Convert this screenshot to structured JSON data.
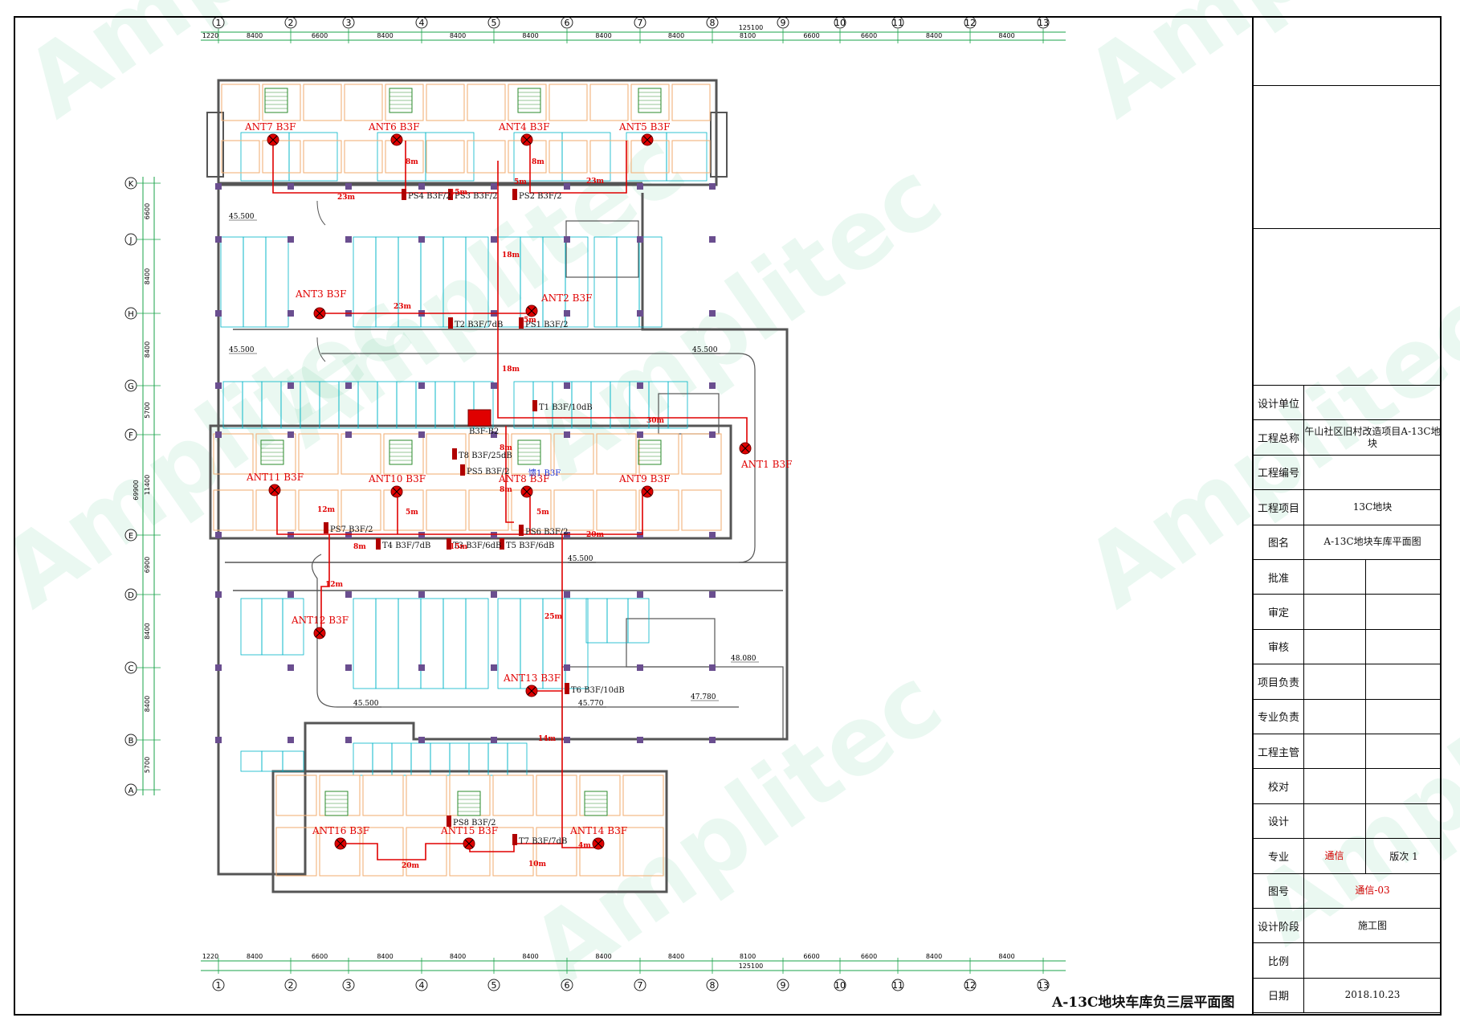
{
  "sheet_title": "A-13C地块车库负三层平面图",
  "watermark": "Amplitec",
  "grid": {
    "columns": [
      "1",
      "2",
      "3",
      "4",
      "5",
      "6",
      "7",
      "8",
      "9",
      "10",
      "11",
      "12",
      "13"
    ],
    "rows": [
      "K",
      "J",
      "H",
      "G",
      "F",
      "E",
      "D",
      "C",
      "B",
      "A"
    ],
    "col_spacing": [
      "1220",
      "8400",
      "6600",
      "8400",
      "8400",
      "8400",
      "8400",
      "8400",
      "8100",
      "6600",
      "6600",
      "8400",
      "8400"
    ],
    "total": "125100",
    "row_spacing": [
      "6600",
      "8400",
      "8400",
      "5700",
      "11400",
      "6900",
      "8400",
      "8400",
      "5700"
    ],
    "row_total": "69900"
  },
  "antennas": [
    {
      "id": "ANT1",
      "label": "ANT1 B3F"
    },
    {
      "id": "ANT2",
      "label": "ANT2 B3F"
    },
    {
      "id": "ANT3",
      "label": "ANT3 B3F"
    },
    {
      "id": "ANT4",
      "label": "ANT4 B3F"
    },
    {
      "id": "ANT5",
      "label": "ANT5 B3F"
    },
    {
      "id": "ANT6",
      "label": "ANT6 B3F"
    },
    {
      "id": "ANT7",
      "label": "ANT7 B3F"
    },
    {
      "id": "ANT8",
      "label": "ANT8 B3F"
    },
    {
      "id": "ANT9",
      "label": "ANT9 B3F"
    },
    {
      "id": "ANT10",
      "label": "ANT10 B3F"
    },
    {
      "id": "ANT11",
      "label": "ANT11 B3F"
    },
    {
      "id": "ANT12",
      "label": "ANT12 B3F"
    },
    {
      "id": "ANT13",
      "label": "ANT13 B3F"
    },
    {
      "id": "ANT14",
      "label": "ANT14 B3F"
    },
    {
      "id": "ANT15",
      "label": "ANT15 B3F"
    },
    {
      "id": "ANT16",
      "label": "ANT16 B3F"
    }
  ],
  "devices": [
    {
      "id": "PS4",
      "label": "PS4 B3F/2"
    },
    {
      "id": "PS3",
      "label": "PS3 B3F/2"
    },
    {
      "id": "PS2",
      "label": "PS2 B3F/2"
    },
    {
      "id": "PS1",
      "label": "PS1 B3F/2"
    },
    {
      "id": "T2",
      "label": "T2 B3F/7dB"
    },
    {
      "id": "T1",
      "label": "T1 B3F/10dB"
    },
    {
      "id": "T8",
      "label": "T8 B3F/25dB"
    },
    {
      "id": "PS5",
      "label": "PS5 B3F/2"
    },
    {
      "id": "PS7",
      "label": "PS7 B3F/2"
    },
    {
      "id": "T4",
      "label": "T4 B3F/7dB"
    },
    {
      "id": "T3",
      "label": "T3 B3F/6dB"
    },
    {
      "id": "T5",
      "label": "T5 B3F/6dB"
    },
    {
      "id": "PS6",
      "label": "PS6 B3F/2"
    },
    {
      "id": "T6",
      "label": "T6 B3F/10dB"
    },
    {
      "id": "PS8",
      "label": "PS8 B3F/2"
    },
    {
      "id": "T7",
      "label": "T7 B3F/7dB"
    },
    {
      "id": "SRC",
      "label": "B3F-B2"
    },
    {
      "id": "FEED",
      "label": "馈1 B3F"
    }
  ],
  "cable_lengths": [
    "23m",
    "15m",
    "8m",
    "5m",
    "8m",
    "23m",
    "18m",
    "23m",
    "5m",
    "18m",
    "30m",
    "8m",
    "8m",
    "5m",
    "5m",
    "12m",
    "8m",
    "15m",
    "20m",
    "12m",
    "25m",
    "14m",
    "20m",
    "4m",
    "10m"
  ],
  "elevations": [
    "45.500",
    "45.500",
    "45.500",
    "45.500",
    "45.500",
    "45.770",
    "47.780",
    "48.080"
  ],
  "title_block": {
    "rows": [
      {
        "key": "设计单位",
        "value": ""
      },
      {
        "key": "工程总称",
        "value": "午山社区旧村改造项目A-13C地块"
      },
      {
        "key": "工程编号",
        "value": ""
      },
      {
        "key": "工程项目",
        "value": "13C地块"
      },
      {
        "key": "图名",
        "value": "A-13C地块车库平面图"
      },
      {
        "key": "批准",
        "value": "",
        "split": true
      },
      {
        "key": "审定",
        "value": "",
        "split": true
      },
      {
        "key": "审核",
        "value": "",
        "split": true
      },
      {
        "key": "项目负责",
        "value": "",
        "split": true
      },
      {
        "key": "专业负责",
        "value": "",
        "split": true
      },
      {
        "key": "工程主管",
        "value": "",
        "split": true
      },
      {
        "key": "校对",
        "value": "",
        "split": true
      },
      {
        "key": "设计",
        "value": "",
        "split": true
      },
      {
        "key": "专业",
        "value": "通信",
        "value_red": true,
        "split": true,
        "value2": "版次 1"
      },
      {
        "key": "图号",
        "value": "通信-03",
        "value_red": true
      },
      {
        "key": "设计阶段",
        "value": "施工图"
      },
      {
        "key": "比例",
        "value": ""
      },
      {
        "key": "日期",
        "value": "2018.10.23"
      }
    ]
  },
  "colors": {
    "cable": "#e00000",
    "wall": "#555555",
    "parking": "#00b5c8",
    "room": "#f3b27a",
    "dimension": "#1aa34a"
  }
}
